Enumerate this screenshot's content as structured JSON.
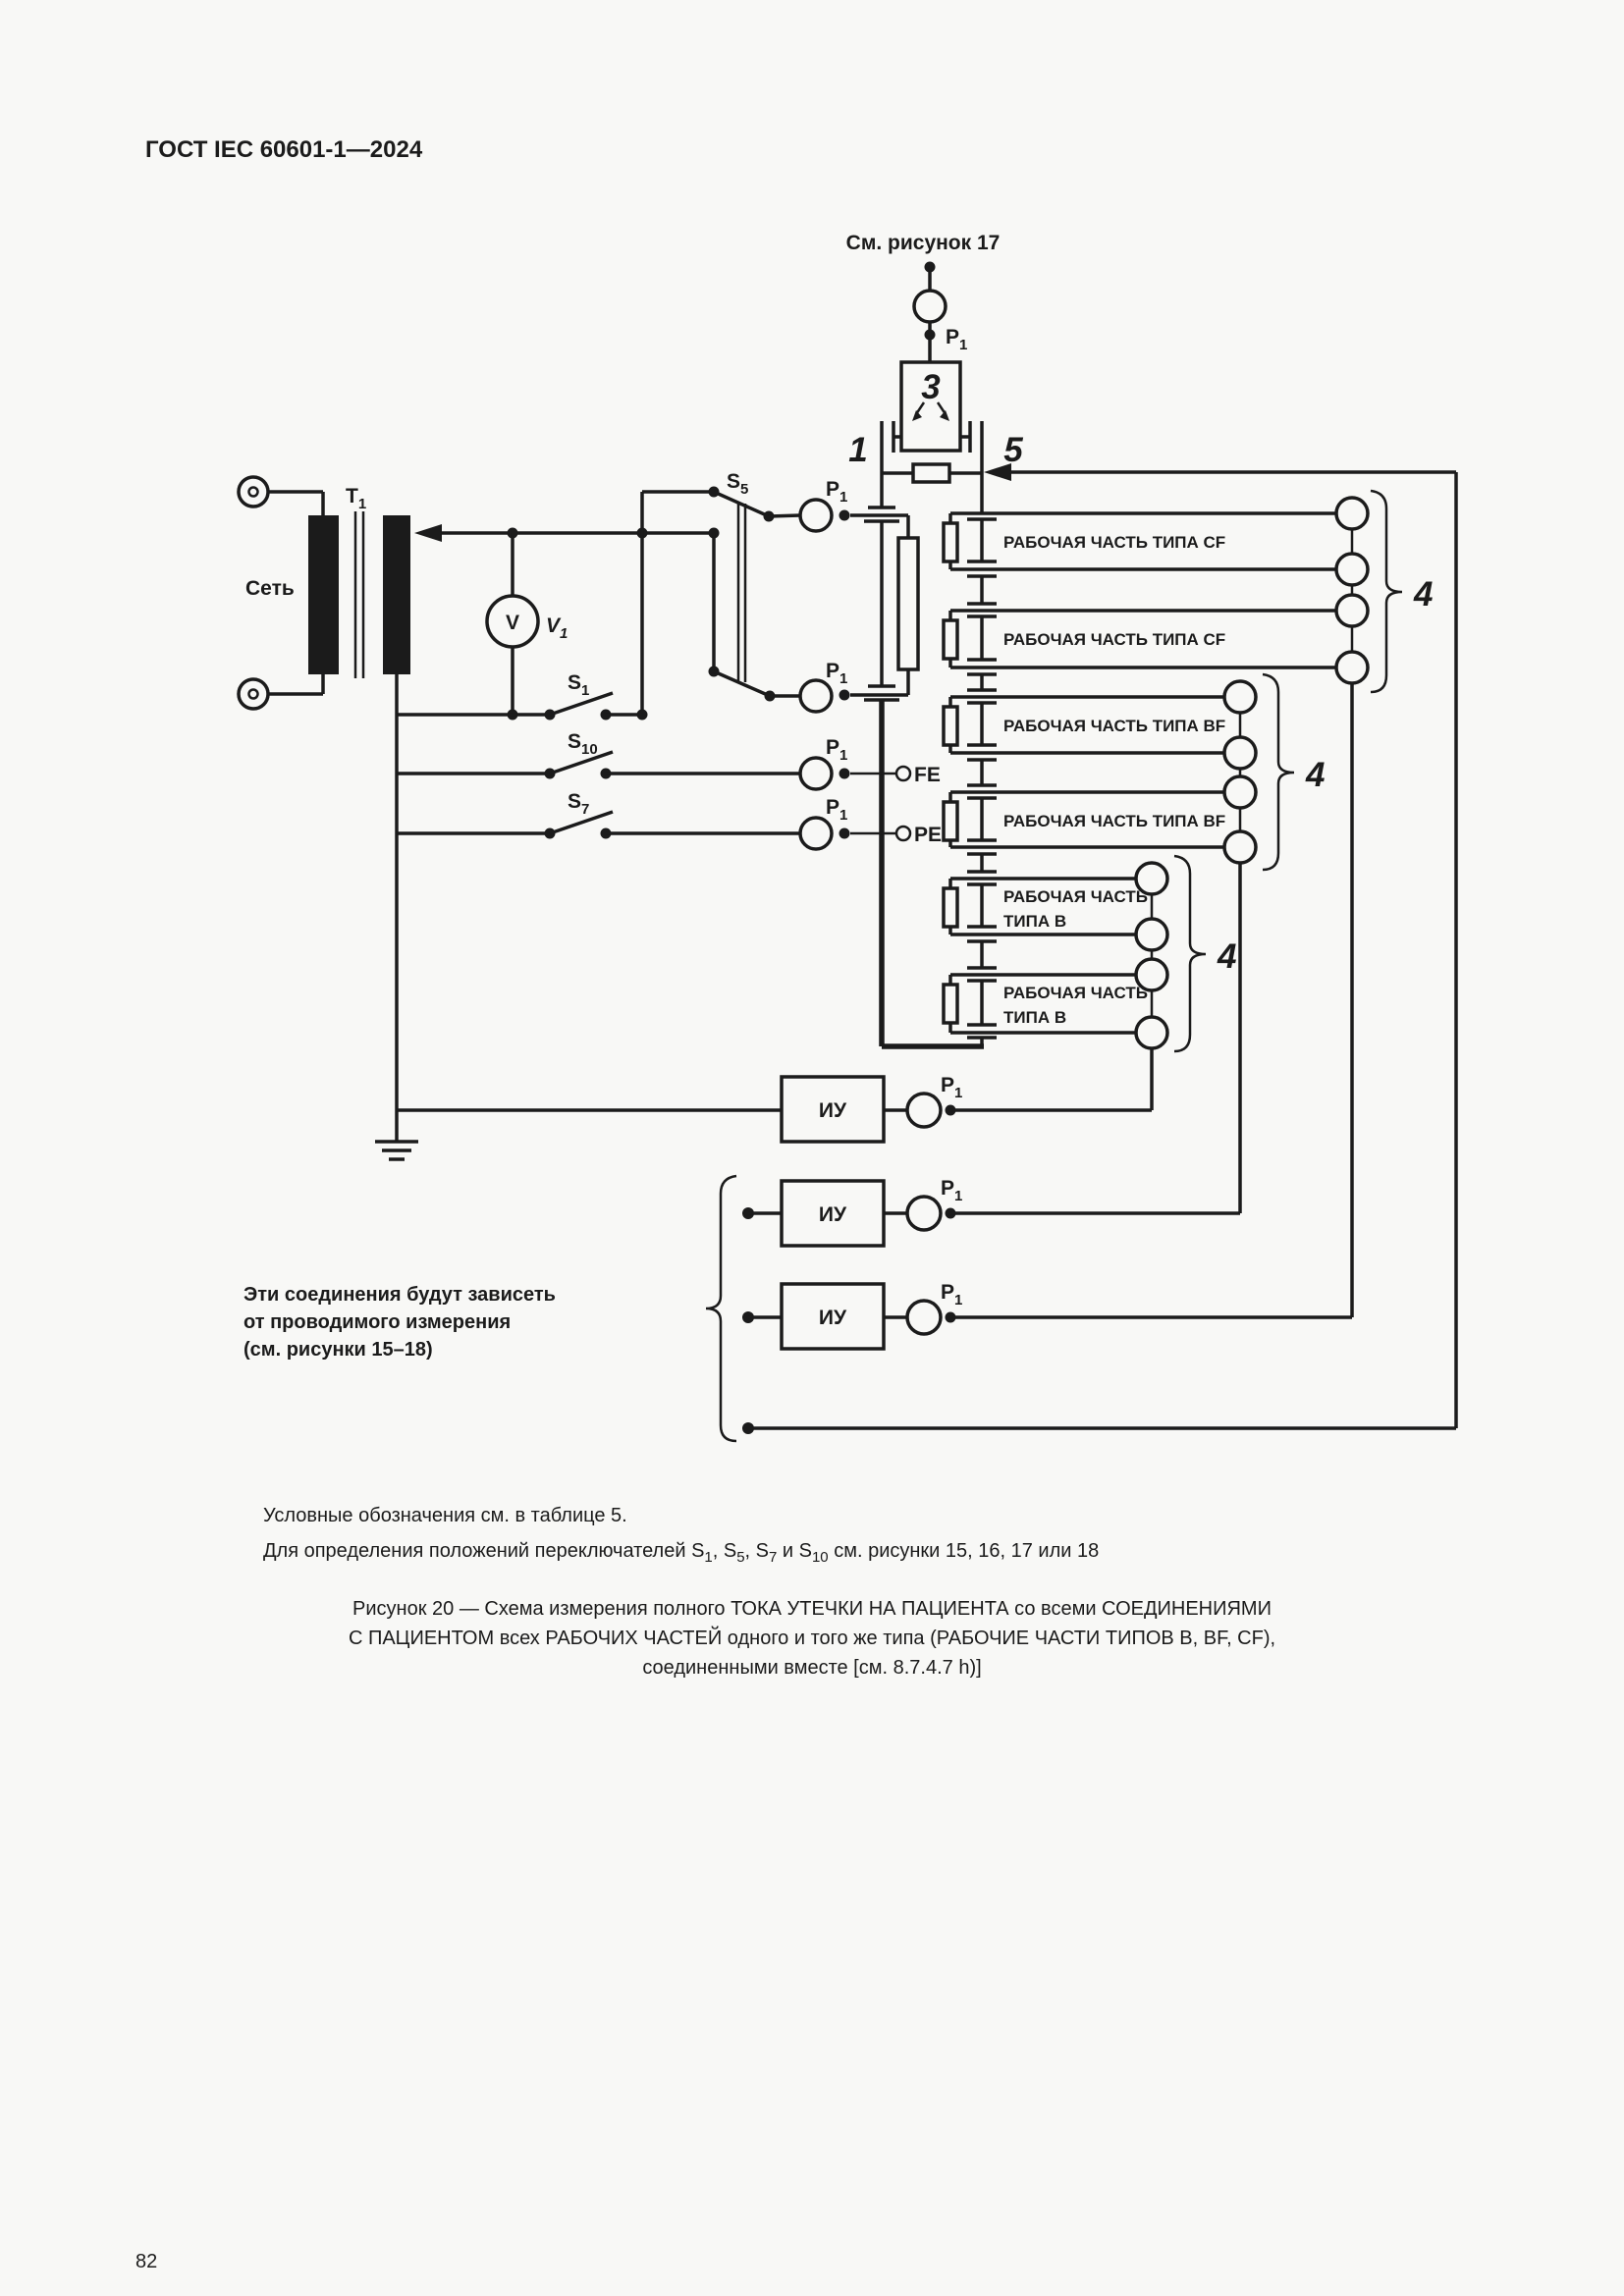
{
  "header": "ГОСТ IEC 60601-1—2024",
  "page_number": "82",
  "see_figure": "См. рисунок 17",
  "labels": {
    "p1": {
      "b": "P",
      "s": "1"
    },
    "t1": {
      "b": "T",
      "s": "1"
    },
    "v1": {
      "b": "V",
      "s": "1"
    },
    "s1": {
      "b": "S",
      "s": "1"
    },
    "s5": {
      "b": "S",
      "s": "5"
    },
    "s7": {
      "b": "S",
      "s": "7"
    },
    "s10": {
      "b": "S",
      "s": "10"
    },
    "v": "V",
    "net": "Сеть",
    "fe": "FE",
    "pe": "PE",
    "miu": "ИУ",
    "n1": "1",
    "n3": "3",
    "n5": "5",
    "n4": "4"
  },
  "boxes": {
    "cf": "РАБОЧАЯ ЧАСТЬ ТИПА CF",
    "bf": "РАБОЧАЯ ЧАСТЬ ТИПА BF",
    "b_line1": "РАБОЧАЯ ЧАСТЬ",
    "b_line2": "ТИПА В"
  },
  "brace_note": {
    "l1": "Эти соединения будут зависеть",
    "l2": "от проводимого измерения",
    "l3": "(см. рисунки 15–18)"
  },
  "notes": {
    "note1": "Условные обозначения см. в таблице 5.",
    "n2": {
      "p0": "Для определения положений переключателей S",
      "s0": "1",
      "p1": ", S",
      "s1": "5",
      "p2": ", S",
      "s2": "7",
      "p3": " и S",
      "s3": "10",
      "p4": " см. рисунки 15, 16, 17 или 18"
    }
  },
  "caption": {
    "l1": "Рисунок 20 — Схема измерения полного ТОКА УТЕЧКИ НА ПАЦИЕНТА со всеми СОЕДИНЕНИЯМИ",
    "l2": "С ПАЦИЕНТОМ всех РАБОЧИХ ЧАСТЕЙ одного и того же типа (РАБОЧИЕ ЧАСТИ ТИПОВ В, BF, CF),",
    "l3": "соединенными вместе [см. 8.7.4.7 h)]"
  }
}
